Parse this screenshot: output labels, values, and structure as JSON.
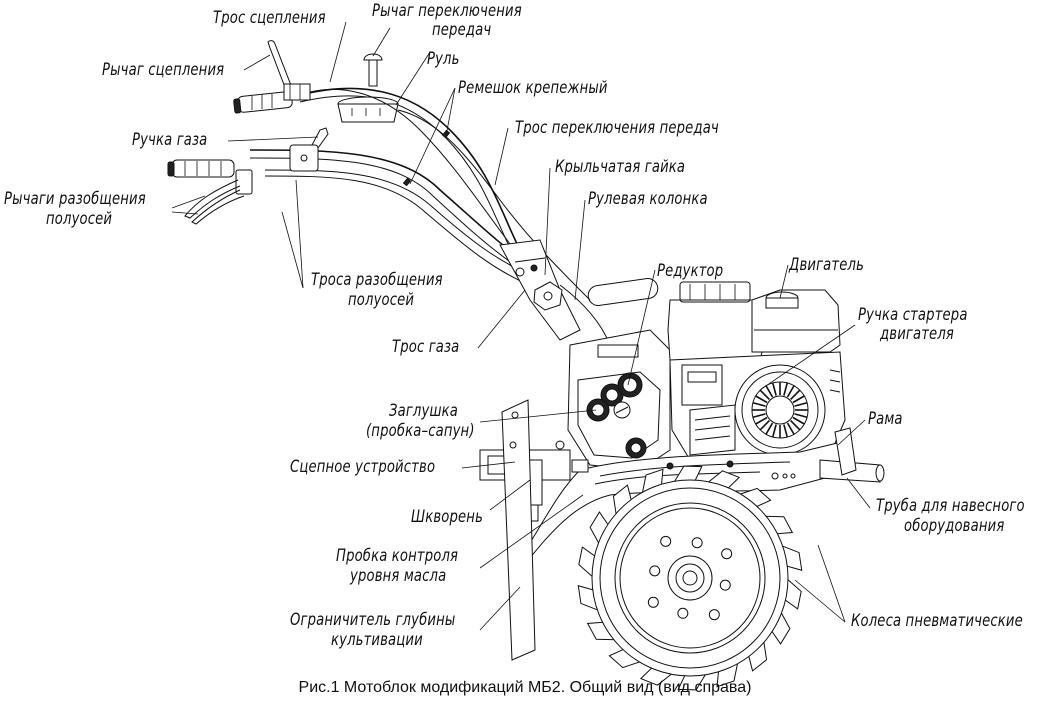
{
  "figure": {
    "caption": "Рис.1 Мотоблок модификаций МБ2. Общий вид (вид справа)",
    "line_color": "#111111",
    "background": "#ffffff"
  },
  "labels": {
    "clutch_cable": "Трос сцепления",
    "gear_lever_1": "Рычаг переключения",
    "gear_lever_2": "передач",
    "clutch_lever": "Рычаг сцепления",
    "handlebar": "Руль",
    "fastening_strap": "Ремешок крепежный",
    "gear_cable": "Трос переключения передач",
    "throttle_handle": "Ручка газа",
    "wing_nut": "Крыльчатая гайка",
    "disengage_levers_1": "Рычаги разобщения",
    "disengage_levers_2": "полуосей",
    "steering_column": "Рулевая колонка",
    "disengage_cables_1": "Троса разобщения",
    "disengage_cables_2": "полуосей",
    "gearbox": "Редуктор",
    "engine": "Двигатель",
    "starter_handle_1": "Ручка стартера",
    "starter_handle_2": "двигателя",
    "throttle_cable": "Трос газа",
    "plug_1": "Заглушка",
    "plug_2": "(пробка–сапун)",
    "frame": "Рама",
    "hitch": "Сцепное устройство",
    "kingpin": "Шкворень",
    "attachment_pipe_1": "Труба для навесного",
    "attachment_pipe_2": "оборудования",
    "oil_plug_1": "Пробка контроля",
    "oil_plug_2": "уровня масла",
    "depth_limiter_1": "Ограничитель глубины",
    "depth_limiter_2": "культивации",
    "wheels": "Колеса пневматические"
  }
}
